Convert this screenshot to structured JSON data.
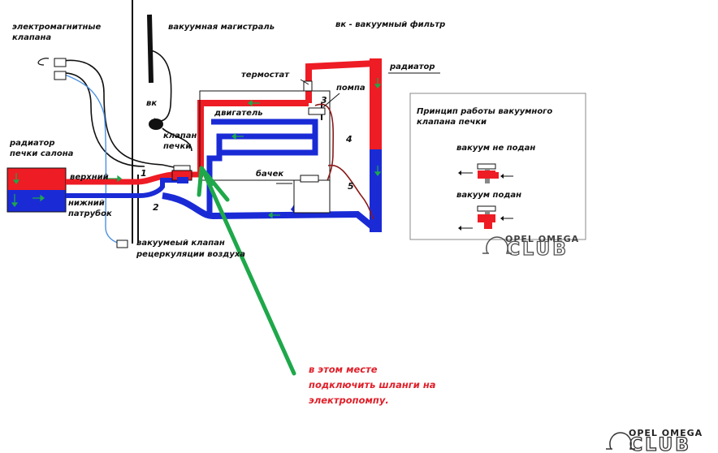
{
  "labels": {
    "solenoid_valves": [
      "электромагнитные",
      "клапана"
    ],
    "vacuum_line": "вакуумная магистраль",
    "vk_filter": "вк - вакуумный фильтр",
    "radiator": "радиатор",
    "thermostat": "термостат",
    "pump": "помпа",
    "engine": "двигатель",
    "vk": "вк",
    "heater_valve": [
      "клапан",
      "печки"
    ],
    "cabin_heater": [
      "радиатор",
      "печки салона"
    ],
    "upper": "верхний",
    "lower_pipe": [
      "нижний",
      "патрубок"
    ],
    "tank": "бачек",
    "recirc_valve": [
      "вакуумеый клапан",
      "рецеркуляции воздуха"
    ]
  },
  "numbers": [
    "1",
    "2",
    "3",
    "4",
    "5"
  ],
  "principle": {
    "title": [
      "Принцип работы вакуумного",
      "клапана печки"
    ],
    "no_vacuum": "вакуум не подан",
    "vacuum": "вакуум подан"
  },
  "note": [
    "в этом месте",
    "подключить шланги на",
    "электропомпу."
  ],
  "watermark": {
    "small": "OPEL OMEGA",
    "big": "CLUB"
  },
  "colors": {
    "hot": "#ee1c24",
    "cold": "#1a2bd6",
    "arrow": "#1ea84a",
    "note": "#e0202a",
    "vacuum_hose": "#000000",
    "return_hose": "#8b1a1a",
    "recirc_hose": "#4a90e2"
  },
  "icons": [
    "omega-logo-icon",
    "green-pointer-arrow-icon"
  ]
}
